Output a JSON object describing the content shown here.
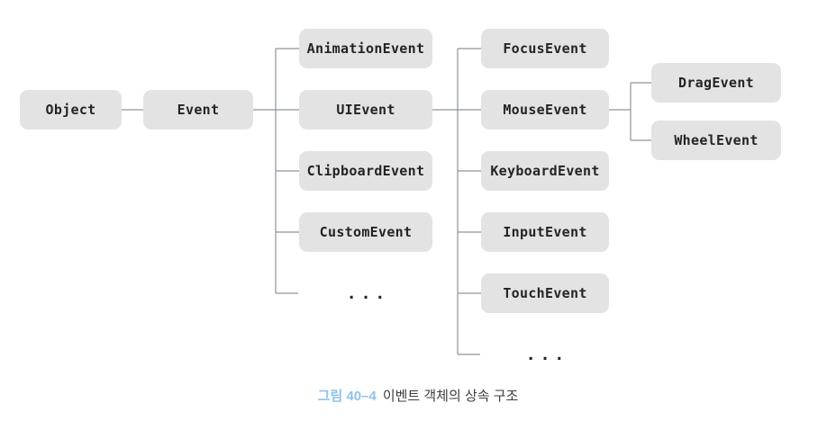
{
  "diagram": {
    "nodes": {
      "object": "Object",
      "event": "Event",
      "animation_event": "AnimationEvent",
      "ui_event": "UIEvent",
      "clipboard_event": "ClipboardEvent",
      "custom_event": "CustomEvent",
      "event_more": "...",
      "focus_event": "FocusEvent",
      "mouse_event": "MouseEvent",
      "keyboard_event": "KeyboardEvent",
      "input_event": "InputEvent",
      "touch_event": "TouchEvent",
      "ui_event_more": "...",
      "drag_event": "DragEvent",
      "wheel_event": "WheelEvent"
    },
    "edges": [
      [
        "Object",
        "Event"
      ],
      [
        "Event",
        "AnimationEvent"
      ],
      [
        "Event",
        "UIEvent"
      ],
      [
        "Event",
        "ClipboardEvent"
      ],
      [
        "Event",
        "CustomEvent"
      ],
      [
        "Event",
        "..."
      ],
      [
        "UIEvent",
        "FocusEvent"
      ],
      [
        "UIEvent",
        "MouseEvent"
      ],
      [
        "UIEvent",
        "KeyboardEvent"
      ],
      [
        "UIEvent",
        "InputEvent"
      ],
      [
        "UIEvent",
        "TouchEvent"
      ],
      [
        "UIEvent",
        "..."
      ],
      [
        "MouseEvent",
        "DragEvent"
      ],
      [
        "MouseEvent",
        "WheelEvent"
      ]
    ],
    "colors": {
      "node_fill": "#e3e3e3",
      "node_text": "#242424",
      "connector": "#8e959e",
      "caption_accent": "#8fc3ea",
      "caption_text": "#3d3d3d",
      "background": "#ffffff"
    }
  },
  "caption": {
    "figure_label": "그림 40–4",
    "text": "이벤트 객체의 상속 구조"
  }
}
